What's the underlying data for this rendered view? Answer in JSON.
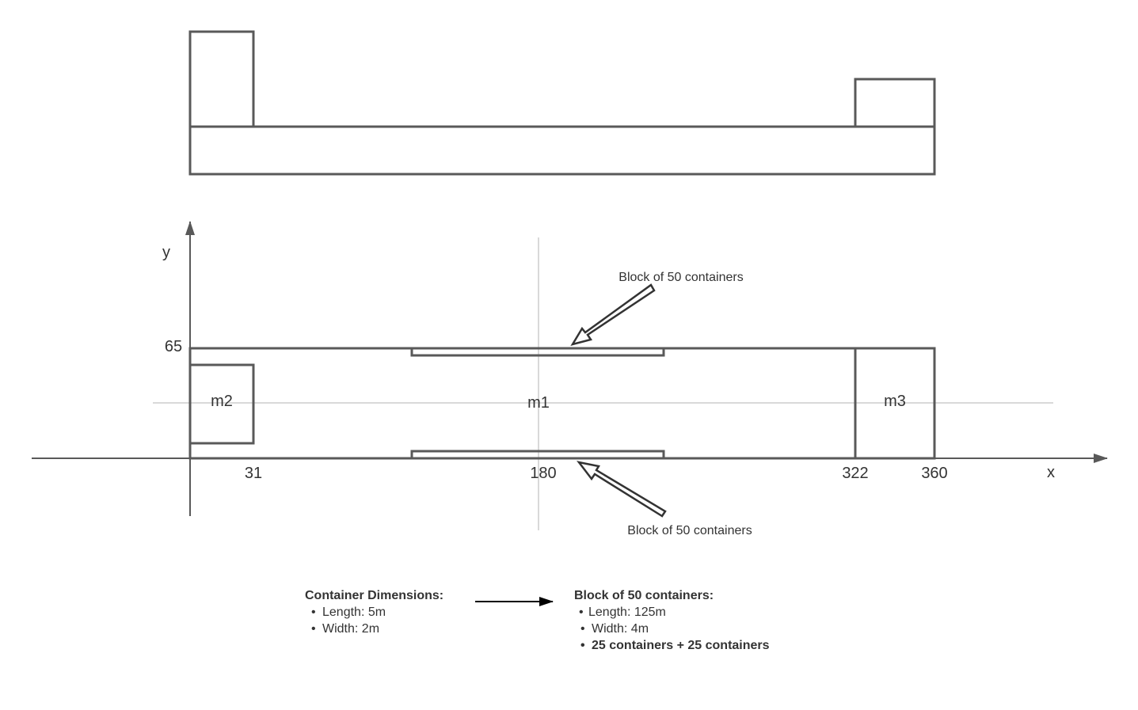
{
  "axes": {
    "x_label": "x",
    "y_label": "y",
    "y_tick": "65",
    "x_ticks": [
      "31",
      "180",
      "322",
      "360"
    ]
  },
  "masses": {
    "m1": "m1",
    "m2": "m2",
    "m3": "m3"
  },
  "callouts": {
    "top": "Block of 50 containers",
    "bottom": "Block of 50 containers"
  },
  "container_dimensions": {
    "title": "Container Dimensions:",
    "items": [
      "Length: 5m",
      "Width: 2m"
    ]
  },
  "block_dimensions": {
    "title": "Block of 50 containers:",
    "items": [
      "Length: 125m",
      "Width: 4m",
      "25 containers + 25 containers"
    ]
  },
  "colors": {
    "stroke": "#595959",
    "guide": "#d9d9d9",
    "text": "#333333"
  }
}
